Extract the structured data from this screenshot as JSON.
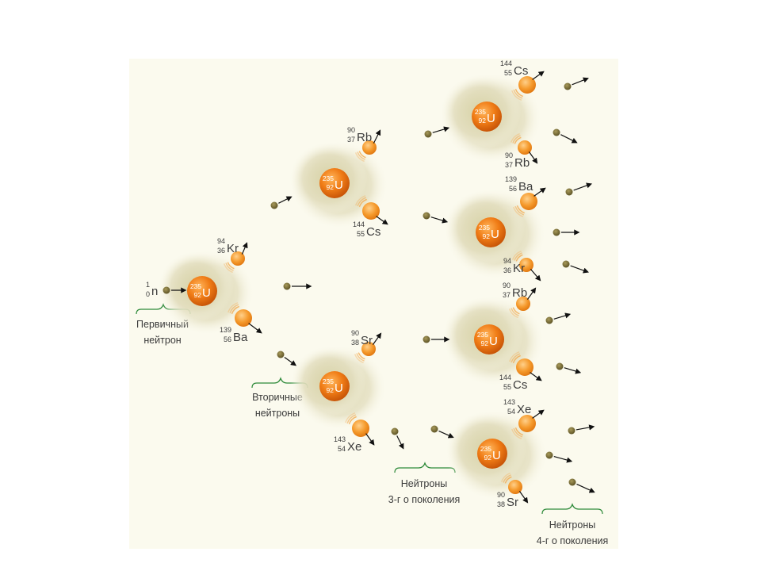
{
  "colors": {
    "background": "#fbfaee",
    "cloud": "#ddd9b3",
    "uranium": "#e56d0d",
    "fragment": "#f49a2a",
    "neutron": "#7a6e3a",
    "bracket": "#2e8a3a"
  },
  "uranium": {
    "A": "235",
    "Z": "92",
    "symbol": "U"
  },
  "neutron": {
    "A": "1",
    "Z": "0",
    "symbol": "n"
  },
  "fragments": [
    {
      "id": "kr-1",
      "A": "94",
      "Z": "36",
      "symbol": "Kr"
    },
    {
      "id": "ba-1",
      "A": "139",
      "Z": "56",
      "symbol": "Ba"
    },
    {
      "id": "rb-2a",
      "A": "90",
      "Z": "37",
      "symbol": "Rb"
    },
    {
      "id": "cs-2a",
      "A": "144",
      "Z": "55",
      "symbol": "Cs"
    },
    {
      "id": "sr-2b",
      "A": "90",
      "Z": "38",
      "symbol": "Sr"
    },
    {
      "id": "xe-2b",
      "A": "143",
      "Z": "54",
      "symbol": "Xe"
    },
    {
      "id": "cs-3a",
      "A": "144",
      "Z": "55",
      "symbol": "Cs"
    },
    {
      "id": "rb-3a",
      "A": "90",
      "Z": "37",
      "symbol": "Rb"
    },
    {
      "id": "ba-3b",
      "A": "139",
      "Z": "56",
      "symbol": "Ba"
    },
    {
      "id": "kr-3b",
      "A": "94",
      "Z": "36",
      "symbol": "Kr"
    },
    {
      "id": "rb-3c",
      "A": "90",
      "Z": "37",
      "symbol": "Rb"
    },
    {
      "id": "cs-3c",
      "A": "144",
      "Z": "55",
      "symbol": "Cs"
    },
    {
      "id": "xe-3d",
      "A": "143",
      "Z": "54",
      "symbol": "Xe"
    },
    {
      "id": "sr-3d",
      "A": "90",
      "Z": "38",
      "symbol": "Sr"
    }
  ],
  "captions": {
    "primary": [
      "Первичный",
      "нейтрон"
    ],
    "secondary": [
      "Вторичные",
      "нейтроны"
    ],
    "third": [
      "Нейтроны",
      "3-г о поколения"
    ],
    "fourth": [
      "Нейтроны",
      "4-г о поколения"
    ]
  }
}
